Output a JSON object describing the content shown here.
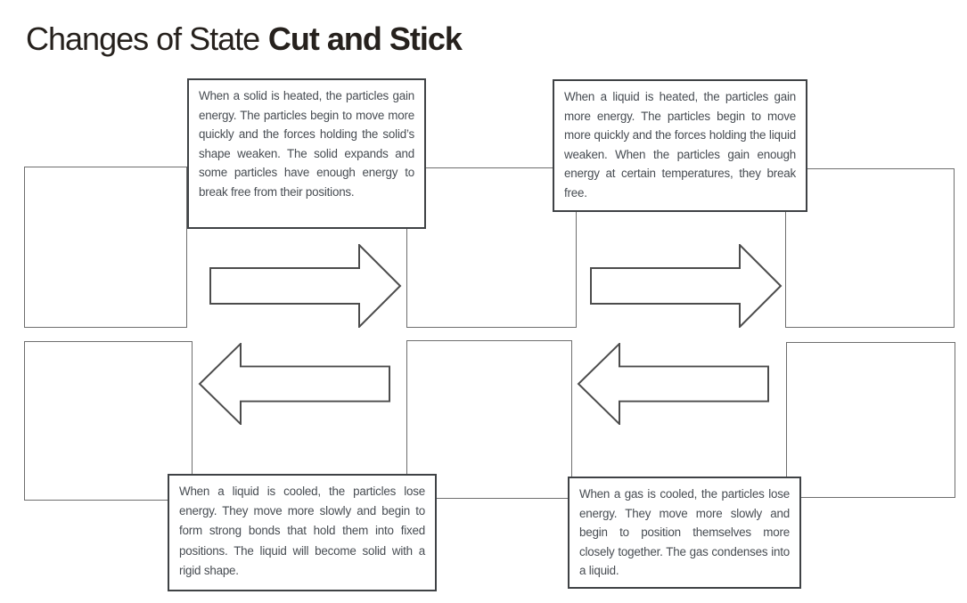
{
  "title": {
    "regular": "Changes of State",
    "bold": "Cut and Stick"
  },
  "cards": [
    {
      "name": "solid-heated",
      "text": "When a solid is heated, the particles gain energy. The particles begin to move more quickly and the forces holding the solid’s shape weaken. The solid expands and some particles have enough energy to break free from their positions."
    },
    {
      "name": "liquid-heated",
      "text": "When a liquid is heated, the particles gain more energy. The particles begin to move more quickly and the forces holding the liquid weaken. When the particles gain enough energy at certain temperatures, they break free."
    },
    {
      "name": "liquid-cooled",
      "text": "When a liquid is cooled, the particles lose energy. They move more slowly and begin to form strong bonds that hold them into fixed positions. The liquid will become solid with a rigid shape."
    },
    {
      "name": "gas-cooled",
      "text": "When a gas is cooled, the particles lose energy. They move more slowly and begin to position themselves more closely together. The gas condenses into a liquid."
    }
  ],
  "placeholder_boxes": [
    "top-left",
    "top-middle",
    "top-right",
    "bottom-left",
    "bottom-middle",
    "bottom-right"
  ],
  "arrows": [
    {
      "position": "top-left",
      "direction": "right"
    },
    {
      "position": "top-right",
      "direction": "right"
    },
    {
      "position": "bottom-left",
      "direction": "left"
    },
    {
      "position": "bottom-right",
      "direction": "left"
    }
  ],
  "colors": {
    "page_bg": "#ffffff",
    "title_text": "#26211d",
    "body_text": "#474c52",
    "card_border": "#3f4245",
    "slot_border": "#6e6e6e",
    "arrow_outline": "#4c4c4c"
  }
}
